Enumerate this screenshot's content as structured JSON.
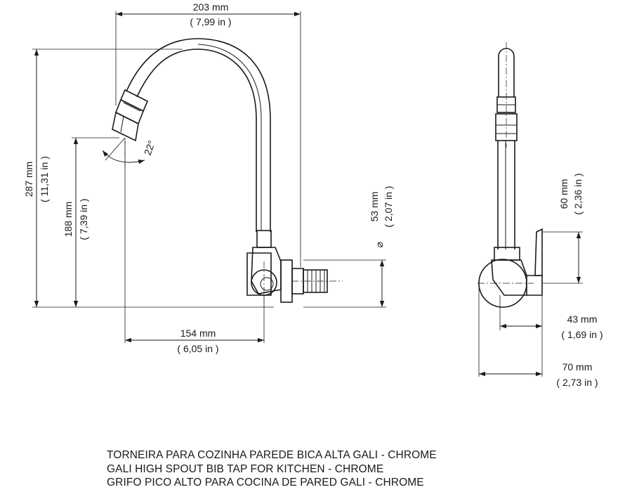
{
  "dimensions": {
    "total_width": {
      "metric": "203 mm",
      "imperial": "( 7,99 in )"
    },
    "total_height": {
      "metric": "287 mm",
      "imperial": "( 11,31 in )"
    },
    "spout_height": {
      "metric": "188 mm",
      "imperial": "( 7,39 in )"
    },
    "spout_reach": {
      "metric": "154 mm",
      "imperial": "( 6,05 in )"
    },
    "flange_diameter": {
      "symbol": "⌀",
      "metric": "53 mm",
      "imperial": "( 2,07 in )"
    },
    "spout_angle": "22°",
    "handle_height": {
      "metric": "60 mm",
      "imperial": "( 2,36 in )"
    },
    "side_depth_inner": {
      "metric": "43 mm",
      "imperial": "( 1,69 in )"
    },
    "side_depth_total": {
      "metric": "70 mm",
      "imperial": "( 2,73 in )"
    }
  },
  "caption": {
    "line_pt": "TORNEIRA PARA COZINHA PAREDE BICA ALTA GALI - CHROME",
    "line_en": "GALI HIGH SPOUT BIB TAP FOR KITCHEN - CHROME",
    "line_es": "GRIFO PICO ALTO PARA COCINA DE PARED GALI - CHROME"
  }
}
